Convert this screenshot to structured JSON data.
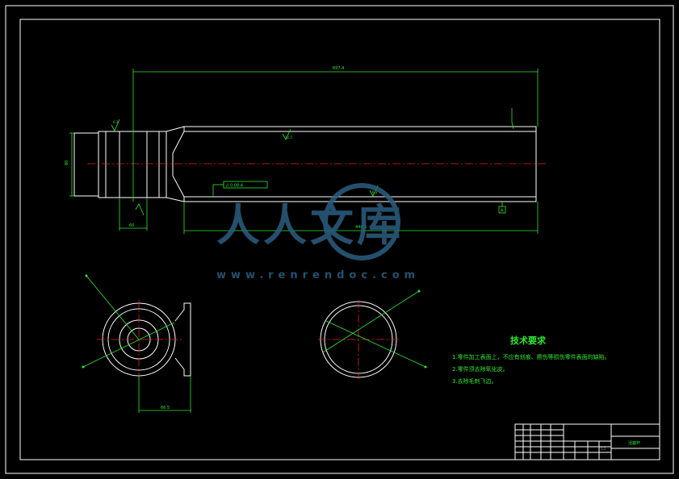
{
  "technical_requirements": {
    "heading": "技术要求",
    "items": [
      "1.零件加工表面上，不应有划痕、擦伤等损伤零件表面的缺陷。",
      "2.零件须去除氧化皮。",
      "3.去除毛刺飞边。"
    ]
  },
  "dimensions": {
    "overall_length": "697.4",
    "tube_length": "444.5",
    "left_diameter": "80",
    "boss_width": "60",
    "flange_width": "66.5",
    "roughness_1": "6.3",
    "roughness_2": "12.5",
    "roughness_3": "6.3",
    "tolerance_frame": "// 0.08 A",
    "datum": "A"
  },
  "title_block": {
    "part_name": "活塞杆",
    "scale": "1:1"
  },
  "watermark": {
    "text": "人人文库",
    "url": "www.renrendoc.com"
  },
  "colors": {
    "background": "#000000",
    "outline": "#ffffff",
    "dimension": "#2ee82e",
    "centerline": "#e82020",
    "hatch": "#22d8e8",
    "watermark": "#2b5f82"
  }
}
